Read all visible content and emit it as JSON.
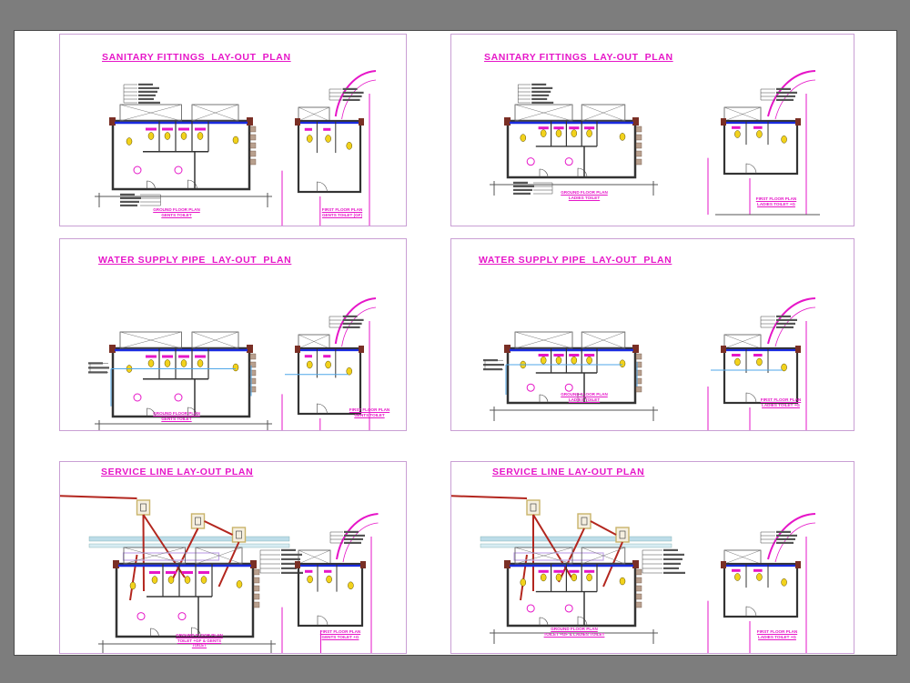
{
  "colors": {
    "magenta": "#e616c8",
    "pipe_blue": "#1a2be0",
    "wall_dark": "#333333",
    "fixture_yellow": "#f2d21c",
    "supply_red": "#b3261e",
    "panel_border": "#c99fd4"
  },
  "sheets": [
    {
      "title": "SANITARY FITTINGS  LAY-OUT  PLAN",
      "type": "sanitary",
      "side": "left",
      "captions": [
        [
          "GROUND FLOOR PLAN",
          "GENTS TOILET"
        ],
        [
          "FIRST FLOOR PLAN",
          "GENTS TOILET (GF)"
        ]
      ]
    },
    {
      "title": "SANITARY FITTINGS  LAY-OUT  PLAN",
      "type": "sanitary",
      "side": "right",
      "captions": [
        [
          "GROUND FLOOR PLAN",
          "LADIES TOILET"
        ],
        [
          "FIRST FLOOR PLAN",
          "LADIES TOILET +G"
        ]
      ]
    },
    {
      "title": "WATER SUPPLY PIPE  LAY-OUT  PLAN",
      "type": "water",
      "side": "left",
      "captions": [
        [
          "GROUND FLOOR PLAN",
          "GENTS TOILET"
        ],
        [
          "FIRST FLOOR PLAN",
          "GENTS TOILET"
        ]
      ]
    },
    {
      "title": "WATER SUPPLY PIPE  LAY-OUT  PLAN",
      "type": "water",
      "side": "right",
      "captions": [
        [
          "GROUND FLOOR PLAN",
          "LADIES TOILET"
        ],
        [
          "FIRST FLOOR PLAN",
          "LADIES TOILET +G"
        ]
      ]
    },
    {
      "title": "SERVICE LINE LAY-OUT PLAN",
      "type": "service",
      "side": "left",
      "captions": [
        [
          "GROUND FLOOR PLAN",
          "TOILET +GF & GENTS",
          "TOILET"
        ],
        [
          "FIRST FLOOR PLAN",
          "GENTS TOILET +G"
        ]
      ]
    },
    {
      "title": "SERVICE LINE LAY-OUT PLAN",
      "type": "service",
      "side": "right",
      "captions": [
        [
          "GROUND FLOOR PLAN",
          "TOILET +GF & LADIES TOILET"
        ],
        [
          "FIRST FLOOR PLAN",
          "LADIES TOILET +G"
        ]
      ]
    }
  ]
}
